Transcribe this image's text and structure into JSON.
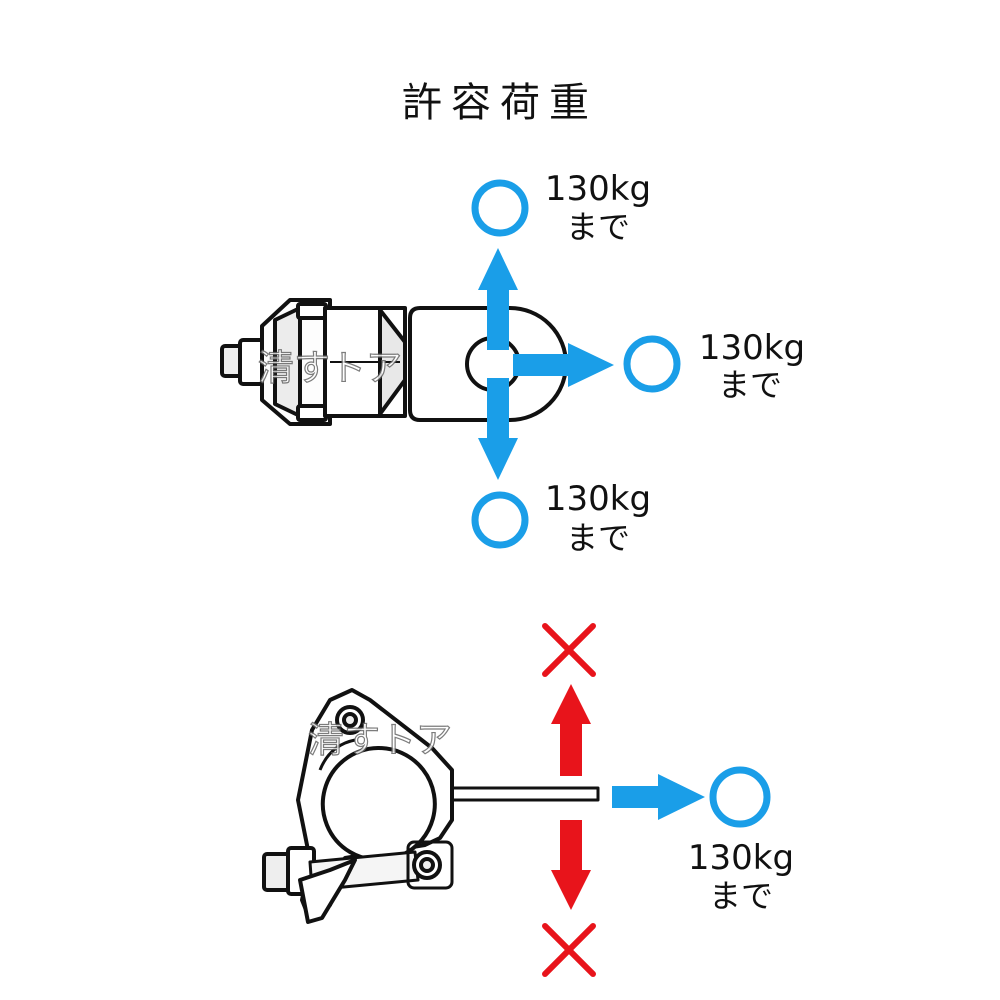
{
  "title": "許容荷重",
  "colors": {
    "allowed": "#1a9ee8",
    "forbidden": "#e8141b",
    "outline": "#111111"
  },
  "top_diagram": {
    "up": {
      "load": "130kg",
      "unit": "まで",
      "status": "allowed"
    },
    "right": {
      "load": "130kg",
      "unit": "まで",
      "status": "allowed"
    },
    "down": {
      "load": "130kg",
      "unit": "まで",
      "status": "allowed"
    },
    "watermark": "清すトア"
  },
  "bottom_diagram": {
    "up": {
      "status": "forbidden",
      "icon": "cross-icon"
    },
    "down": {
      "status": "forbidden",
      "icon": "cross-icon"
    },
    "right": {
      "load": "130kg",
      "unit": "まで",
      "status": "allowed"
    },
    "watermark": "清すトア"
  }
}
